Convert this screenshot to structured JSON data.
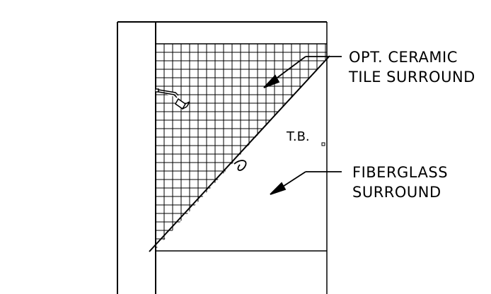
{
  "labels": {
    "tile_line1": "OPT. CERAMIC",
    "tile_line2": "TILE SURROUND",
    "tb": "T.B.",
    "fiberglass_line1": "FIBERGLASS",
    "fiberglass_line2": "SURROUND"
  },
  "icons": {
    "shower_head": "shower-head-icon",
    "break_symbol": "break-line-icon"
  }
}
